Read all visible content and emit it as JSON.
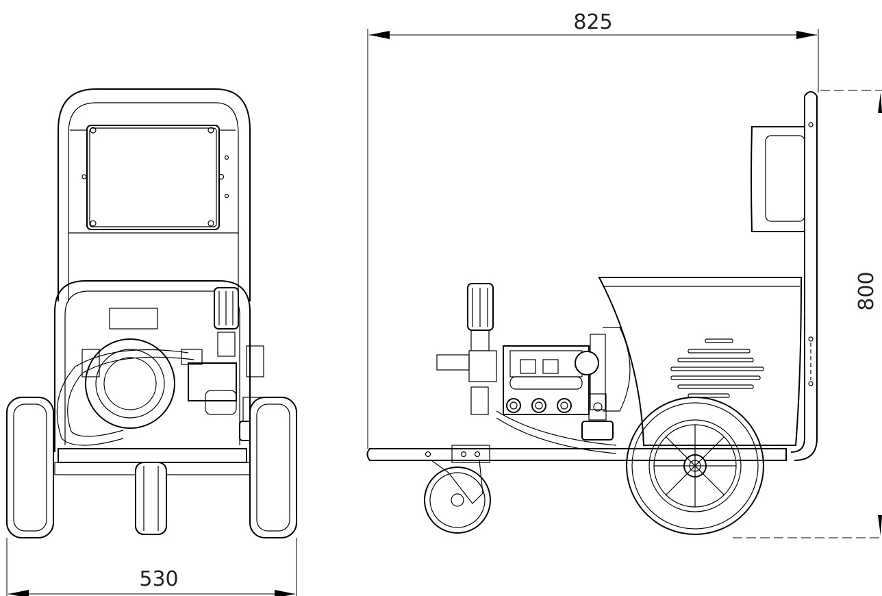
{
  "dimensions": {
    "width_side": "825",
    "height_side": "800",
    "width_front": "530"
  },
  "views": [
    "front-view",
    "side-view"
  ]
}
